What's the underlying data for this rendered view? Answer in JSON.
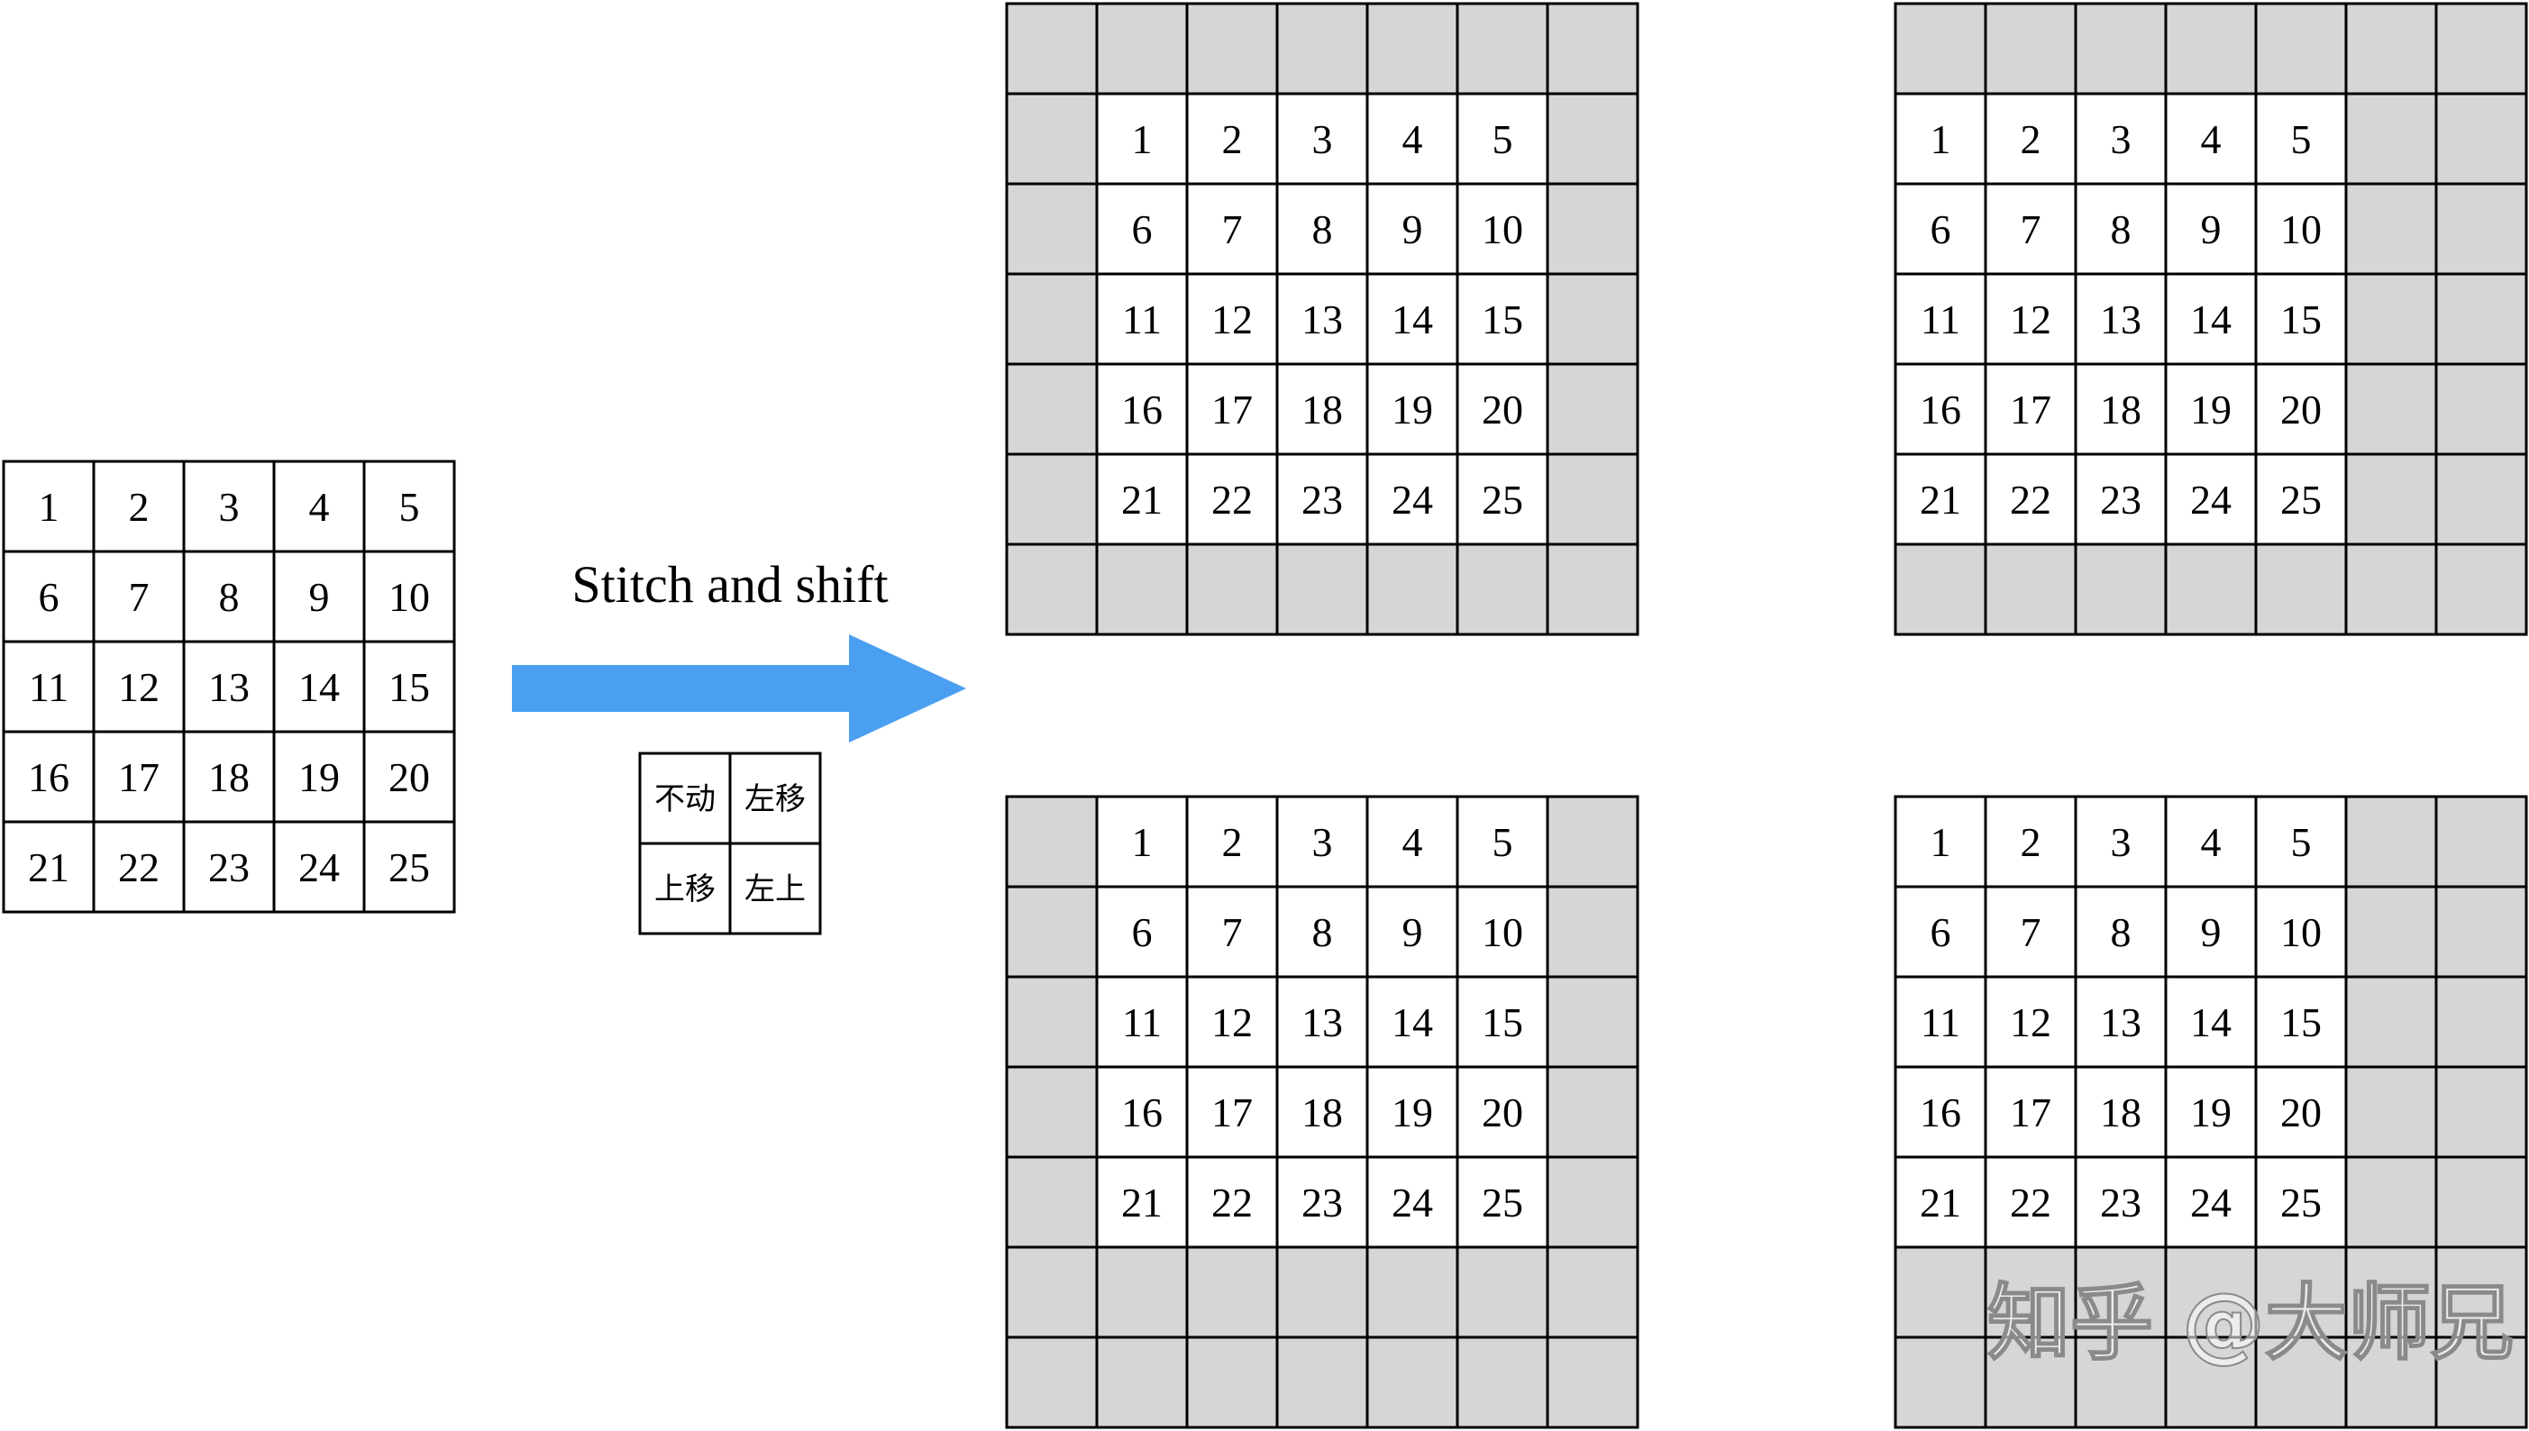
{
  "source_grid": {
    "rows": [
      [
        "1",
        "2",
        "3",
        "4",
        "5"
      ],
      [
        "6",
        "7",
        "8",
        "9",
        "10"
      ],
      [
        "11",
        "12",
        "13",
        "14",
        "15"
      ],
      [
        "16",
        "17",
        "18",
        "19",
        "20"
      ],
      [
        "21",
        "22",
        "23",
        "24",
        "25"
      ]
    ]
  },
  "operation_label": "Stitch and shift",
  "legend": {
    "cells": [
      [
        "不动",
        "左移"
      ],
      [
        "上移",
        "左上"
      ]
    ]
  },
  "shifted_grids": [
    {
      "shift": "不动",
      "pad_top": 1,
      "pad_left": 1
    },
    {
      "shift": "左移",
      "pad_top": 1,
      "pad_left": 0
    },
    {
      "shift": "上移",
      "pad_top": 0,
      "pad_left": 1
    },
    {
      "shift": "左上",
      "pad_top": 0,
      "pad_left": 0
    }
  ],
  "colors": {
    "padding_fill": "#d6d6d6",
    "cell_fill": "#ffffff",
    "grid_line": "#000000",
    "arrow": "#4a9ff0"
  },
  "watermark": "知乎 @大师兄"
}
